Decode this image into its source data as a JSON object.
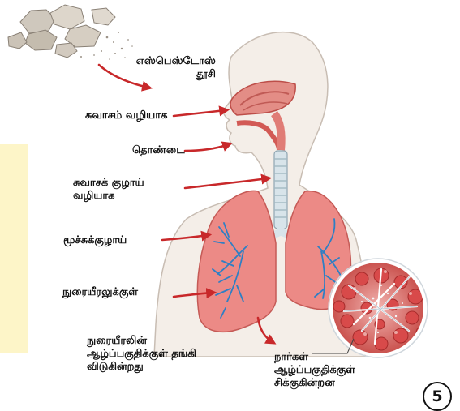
{
  "labels": {
    "dust_line1": "எஸ்பெஸ்டோஸ்",
    "dust_line2": "தூசி",
    "nose": "சுவாசம் வழியாக",
    "throat": "தொண்டை",
    "trachea_line1": "சுவாசக் குழாய்",
    "trachea_line2": "வழியாக",
    "bronchi": "மூச்சுக்குழாய்",
    "alveoli": "நுரையீரலுக்குள்",
    "deposit_line1": "நுரையீரலின்",
    "deposit_line2": "ஆழ்ப்பகுதிக்குள் தங்கி",
    "deposit_line3": "விடுகின்றது",
    "fibers_line1": "நார்கள்",
    "fibers_line2": "ஆழ்ப்பகுதிக்குள்",
    "fibers_line3": "சிக்குகின்றன"
  },
  "page_number": "5",
  "colors": {
    "arrow": "#c8282a",
    "lung_fill": "#ec8a86",
    "lung_dark": "#d0625f",
    "airway": "#d8e4ea",
    "bronchi_branch": "#2e7fc4",
    "skin": "#f4eee8",
    "strip": "#fdf5c8"
  }
}
